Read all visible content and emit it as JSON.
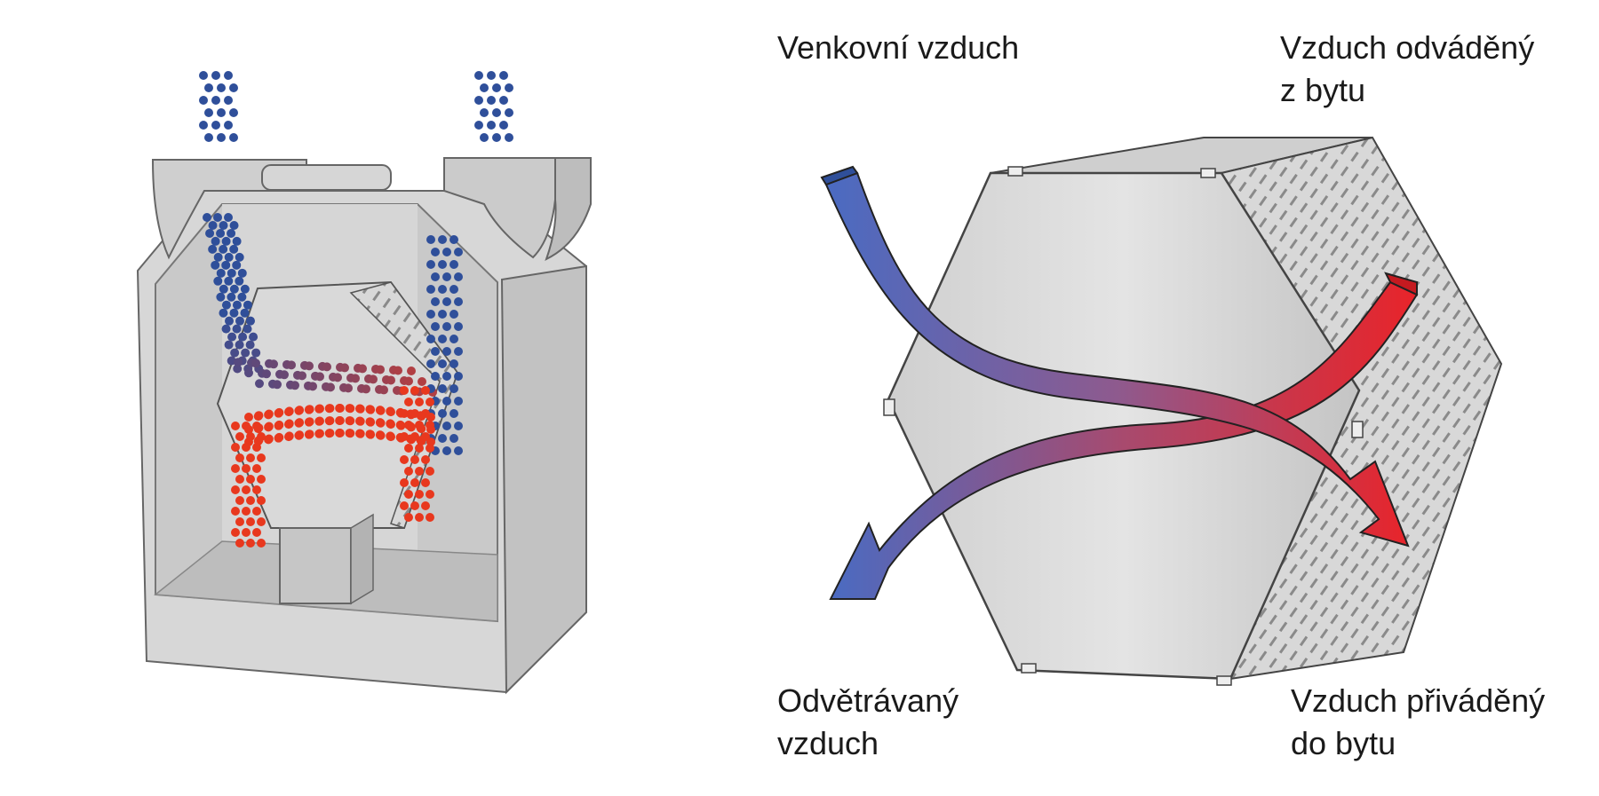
{
  "labels": {
    "outdoor_air": {
      "line1": "Venkovní vzduch"
    },
    "extract_air": {
      "line1": "Vzduch odváděný",
      "line2": "z bytu"
    },
    "exhaust_air": {
      "line1": "Odvětrávaný",
      "line2": "vzduch"
    },
    "supply_air": {
      "line1": "Vzduch přiváděný",
      "line2": "do bytu"
    }
  },
  "colors": {
    "cold": "#2f4f9a",
    "warm": "#e8381e",
    "arrow_cold": "#4a6bc2",
    "arrow_warm": "#e8242a",
    "housing": "#d9d9d9",
    "outline": "#333333"
  }
}
